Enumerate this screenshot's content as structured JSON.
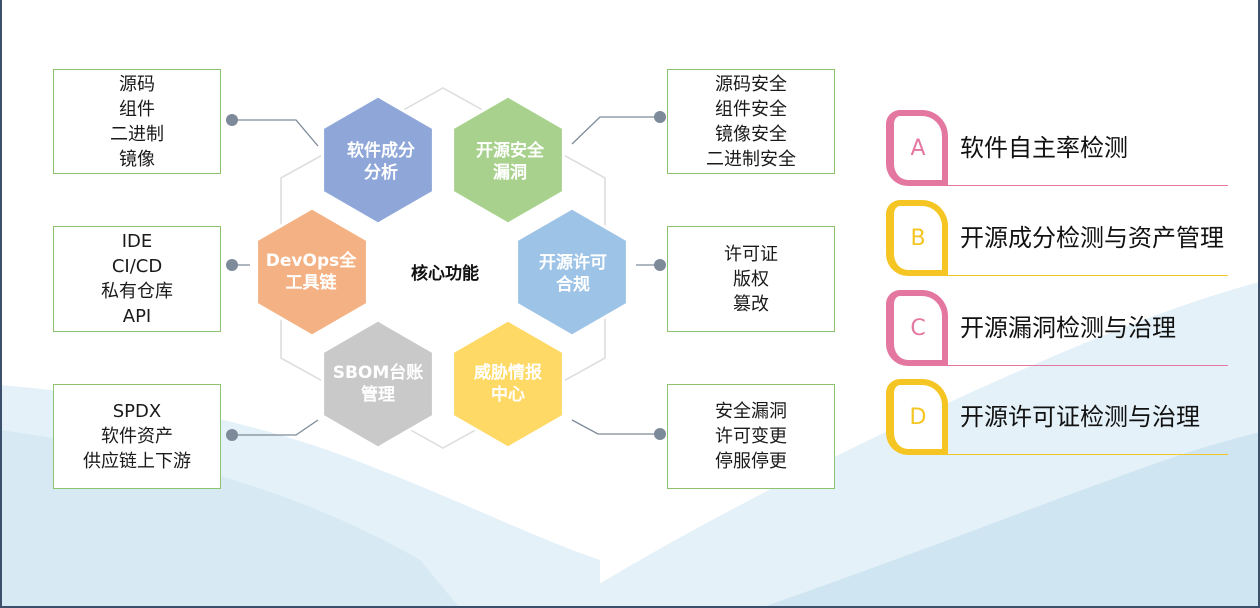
{
  "diagram": {
    "center_label": "核心功能",
    "hexagons": [
      {
        "id": "sca",
        "lines": [
          "软件成分",
          "分析"
        ],
        "color": "#8ea6d8"
      },
      {
        "id": "oss-vuln",
        "lines": [
          "开源安全",
          "漏洞"
        ],
        "color": "#a8d18d"
      },
      {
        "id": "license",
        "lines": [
          "开源许可",
          "合规"
        ],
        "color": "#9dc3e6"
      },
      {
        "id": "threat",
        "lines": [
          "威胁情报",
          "中心"
        ],
        "color": "#ffd966"
      },
      {
        "id": "sbom",
        "lines": [
          "SBOM台账",
          "管理"
        ],
        "color": "#c9c9c9"
      },
      {
        "id": "devops",
        "lines": [
          "DevOps全",
          "工具链"
        ],
        "color": "#f4b183"
      }
    ],
    "left_boxes": [
      {
        "id": "sca-detail",
        "lines": [
          "源码",
          "组件",
          "二进制",
          "镜像"
        ]
      },
      {
        "id": "devops-detail",
        "lines": [
          "IDE",
          "CI/CD",
          "私有仓库",
          "API"
        ]
      },
      {
        "id": "sbom-detail",
        "lines": [
          "SPDX",
          "软件资产",
          "供应链上下游"
        ]
      }
    ],
    "right_boxes": [
      {
        "id": "vuln-detail",
        "lines": [
          "源码安全",
          "组件安全",
          "镜像安全",
          "二进制安全"
        ]
      },
      {
        "id": "license-detail",
        "lines": [
          "许可证",
          "版权",
          "篡改"
        ]
      },
      {
        "id": "threat-detail",
        "lines": [
          "安全漏洞",
          "许可变更",
          "停服停更"
        ]
      }
    ]
  },
  "features": [
    {
      "letter": "A",
      "label": "软件自主率检测",
      "color": "#e377a0"
    },
    {
      "letter": "B",
      "label": "开源成分检测与资产管理",
      "color": "#f5c524"
    },
    {
      "letter": "C",
      "label": "开源漏洞检测与治理",
      "color": "#e377a0"
    },
    {
      "letter": "D",
      "label": "开源许可证检测与治理",
      "color": "#f5c524"
    }
  ],
  "colors": {
    "box_border": "#8dc26f",
    "connector": "#7d8a99",
    "wave": "#d7e9f3"
  }
}
